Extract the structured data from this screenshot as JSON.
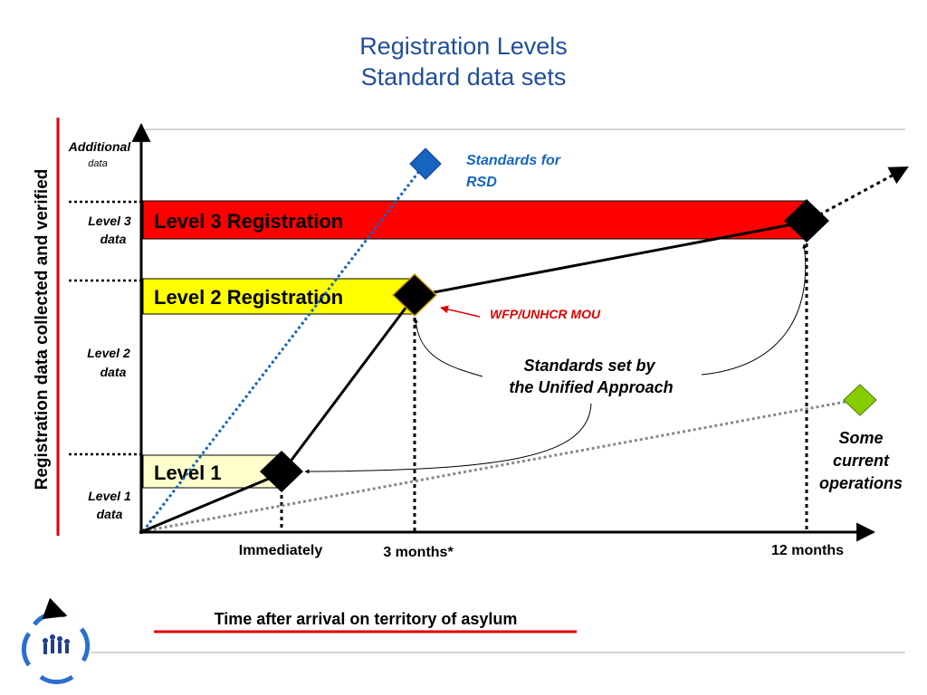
{
  "title": {
    "line1": "Registration Levels",
    "line2": "Standard data sets"
  },
  "y_axis_label": "Registration data collected and verified",
  "x_axis_label": "Time after arrival on territory of asylum",
  "y_levels": {
    "additional": [
      "Additional",
      "data"
    ],
    "level3": [
      "Level 3",
      "data"
    ],
    "level2": [
      "Level 2",
      "data"
    ],
    "level1": [
      "Level 1",
      "data"
    ]
  },
  "x_ticks": {
    "immediately": "Immediately",
    "three_months": "3 months*",
    "twelve_months": "12 months"
  },
  "bars": {
    "level3": "Level 3 Registration",
    "level2": "Level 2 Registration",
    "level1": "Level 1"
  },
  "annotations": {
    "rsd": [
      "Standards for",
      "RSD"
    ],
    "mou": "WFP/UNHCR MOU",
    "unified": [
      "Standards set by",
      "the Unified Approach"
    ],
    "some_ops": [
      "Some",
      "current",
      "operations"
    ]
  },
  "colors": {
    "title": "#1f4e9c",
    "level3_bar": "#ff0000",
    "level2_bar": "#ffff00",
    "level1_bar": "#ffffcc",
    "rsd": "#1565c0",
    "some_ops": "#88cc00",
    "mou": "#e00000",
    "axis_label_underline": "#e00000"
  },
  "logo": {
    "icon": "registration-people-cycle-logo"
  }
}
